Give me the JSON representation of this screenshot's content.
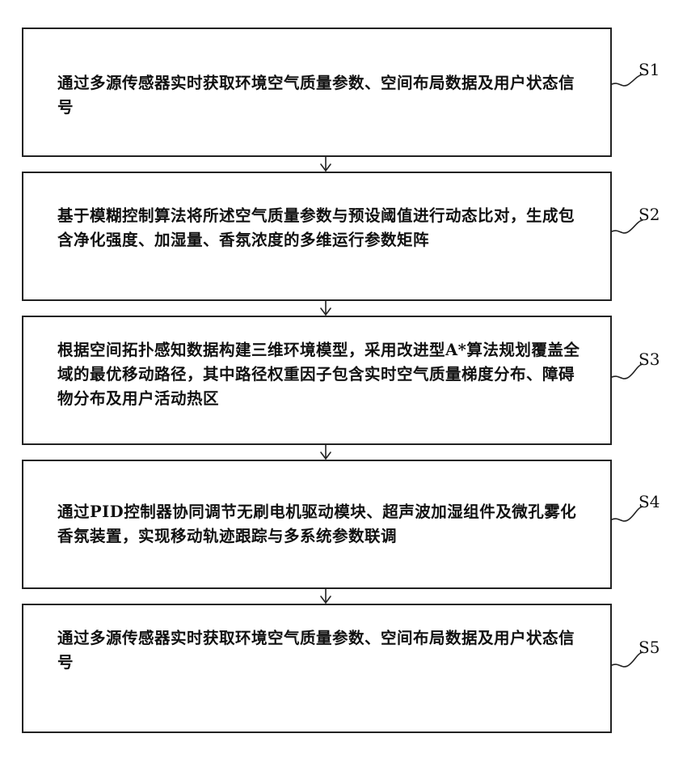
{
  "steps": [
    {
      "label": "S1",
      "text": "通过多源传感器实时获取环境空气质量参数、空间布局数据及用户状态信号"
    },
    {
      "label": "S2",
      "text": "基于模糊控制算法将所述空气质量参数与预设阈值进行动态比对，生成包含净化强度、加湿量、香氛浓度的多维运行参数矩阵"
    },
    {
      "label": "S3",
      "text": "根据空间拓扑感知数据构建三维环境模型，采用改进型A*算法规划覆盖全域的最优移动路径，其中路径权重因子包含实时空气质量梯度分布、障碍物分布及用户活动热区"
    },
    {
      "label": "S4",
      "text": "通过PID控制器协同调节无刷电机驱动模块、超声波加湿组件及微孔雾化香氛装置，实现移动轨迹跟踪与多系统参数联调"
    },
    {
      "label": "S5",
      "text": "通过多源传感器实时获取环境空气质量参数、空间布局数据及用户状态信号"
    }
  ]
}
